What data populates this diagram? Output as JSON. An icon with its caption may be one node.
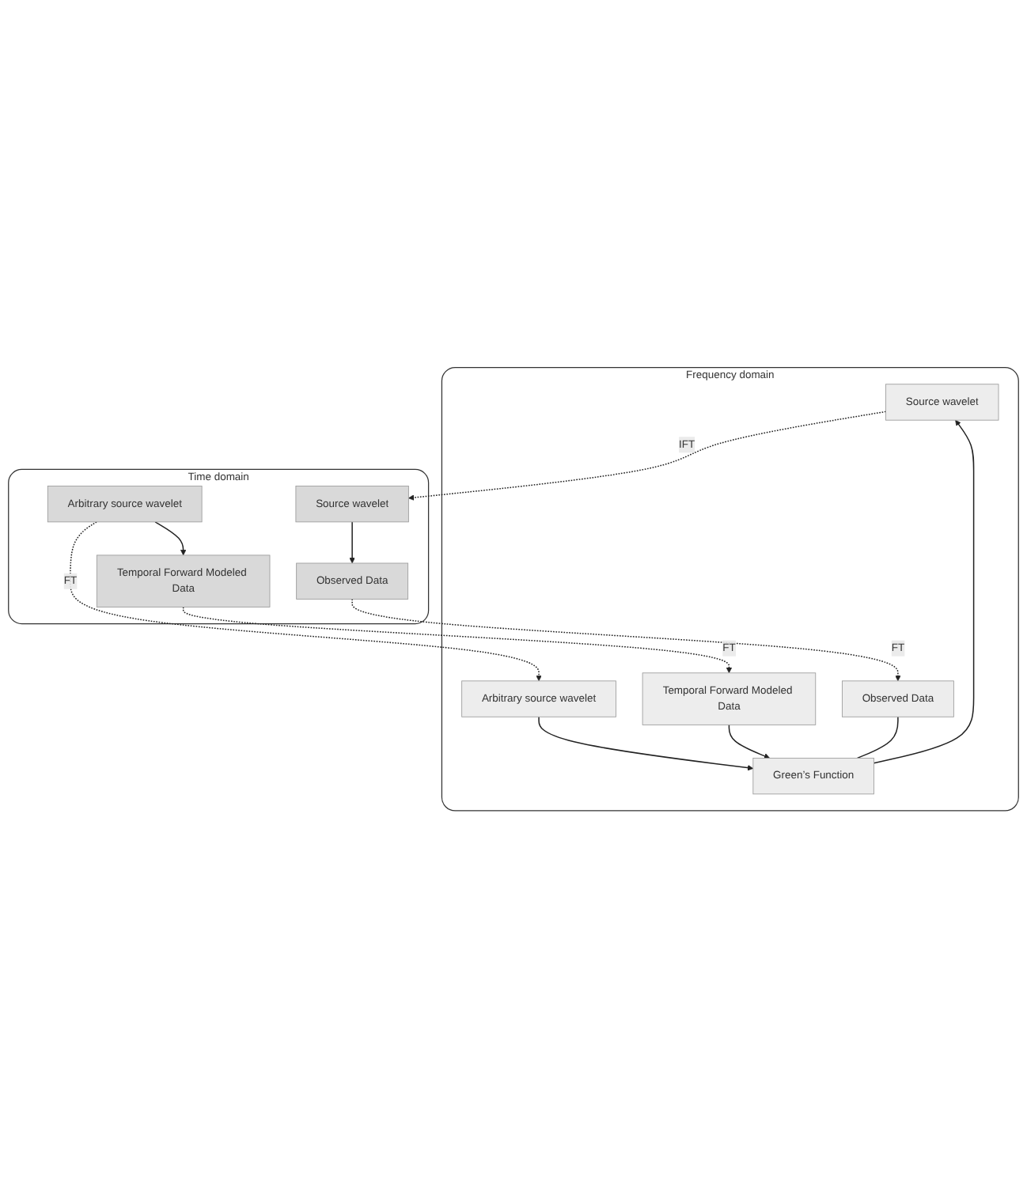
{
  "diagram": {
    "nodes": [
      {
        "text": [
          "Frequency domain"
        ]
      },
      {
        "text": [
          "Source wavelet"
        ],
        "in": 0
      },
      {
        "text": [
          "Arbitrary source wavelet"
        ],
        "in": 0
      },
      {
        "text": [
          "Green’s Function"
        ],
        "in": 0
      },
      {
        "text": [
          "Temporal Forward Modeled Data"
        ],
        "in": 0
      },
      {
        "text": [
          "Observed Data"
        ],
        "in": 0
      },
      {
        "text": [
          "Time domain"
        ]
      },
      {
        "text": [
          "Source wavelet"
        ],
        "in": 6
      },
      {
        "text": [
          "Arbitrary source wavelet"
        ],
        "in": 6
      },
      {
        "text": [
          "Temporal Forward Modeled Data"
        ],
        "in": 6
      },
      {
        "text": [
          "Observed Data"
        ],
        "in": 6
      }
    ],
    "edges": [
      {
        "from": 1,
        "to": 7,
        "arrow": "to",
        "label": "IFT",
        "style": "dashed"
      },
      {
        "from": 8,
        "to": 2,
        "arrow": "to",
        "label": "FT",
        "style": "dashed"
      },
      {
        "from": 2,
        "to": 3,
        "arrow": "to"
      },
      {
        "from": 4,
        "to": 3,
        "arrow": "to"
      },
      {
        "from": 5,
        "to": 3,
        "arrow": "none"
      },
      {
        "from": 3,
        "to": 1,
        "arrow": "to"
      },
      {
        "from": 8,
        "to": 9,
        "arrow": "to"
      },
      {
        "from": 9,
        "to": 4,
        "arrow": "to",
        "label": "FT",
        "style": "dashed"
      },
      {
        "from": 7,
        "to": 10,
        "arrow": "to"
      },
      {
        "from": 10,
        "to": 5,
        "arrow": "to",
        "label": "FT",
        "style": "dashed"
      }
    ]
  }
}
